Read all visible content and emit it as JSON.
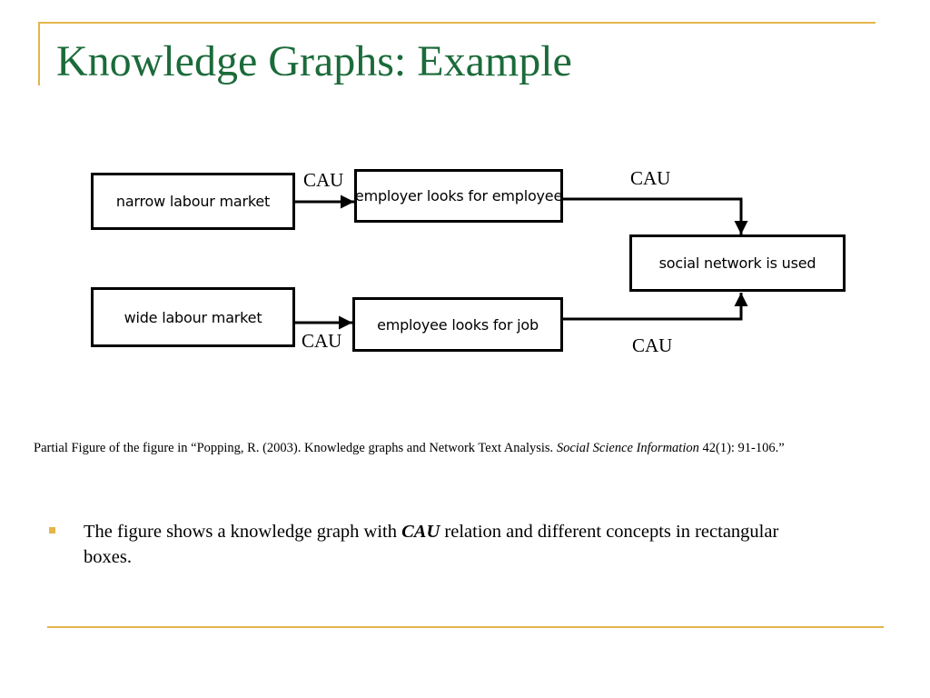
{
  "slide": {
    "title": "Knowledge Graphs: Example",
    "title_color": "#1b6b3a",
    "accent_color": "#e3b54a"
  },
  "diagram": {
    "nodes": [
      {
        "id": "narrow",
        "label": "narrow labour market"
      },
      {
        "id": "employer",
        "label": "employer looks for employee"
      },
      {
        "id": "social",
        "label": "social network is used"
      },
      {
        "id": "wide",
        "label": "wide labour market"
      },
      {
        "id": "employee",
        "label": "employee looks for job"
      }
    ],
    "edges": [
      {
        "from": "narrow",
        "to": "employer",
        "label": "CAU"
      },
      {
        "from": "employer",
        "to": "social",
        "label": "CAU"
      },
      {
        "from": "wide",
        "to": "employee",
        "label": "CAU"
      },
      {
        "from": "employee",
        "to": "social",
        "label": "CAU"
      }
    ]
  },
  "caption": {
    "prefix": "Partial Figure of the figure in “Popping, R. (2003). Knowledge graphs and Network Text Analysis. ",
    "journal": "Social Science Information",
    "suffix": " 42(1): 91-106.”"
  },
  "bullets": [
    {
      "before": "The figure shows a knowledge graph with ",
      "emphasis": "CAU",
      "after": " relation and different concepts in rectangular boxes."
    }
  ]
}
